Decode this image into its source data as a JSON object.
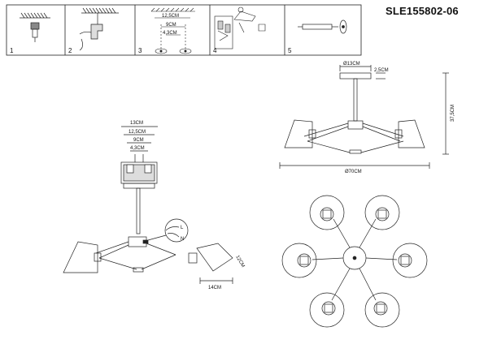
{
  "header": {
    "model_code": "SLE155802-06",
    "steps": [
      "1",
      "2",
      "3",
      "4",
      "5"
    ],
    "step3_dims": [
      "12,5CM",
      "9CM",
      "4,3CM"
    ]
  },
  "side_view": {
    "diameter_canopy": "Ø13CM",
    "canopy_height": "2,5CM",
    "total_height": "37,5CM",
    "diameter_total": "Ø70CM"
  },
  "mount_plate": {
    "dims": [
      "13CM",
      "12,5CM",
      "9CM",
      "4,3CM"
    ]
  },
  "shade_detail": {
    "width": "14CM",
    "height": "12CM"
  },
  "wire_labels": {
    "l": "L",
    "n": "N"
  }
}
